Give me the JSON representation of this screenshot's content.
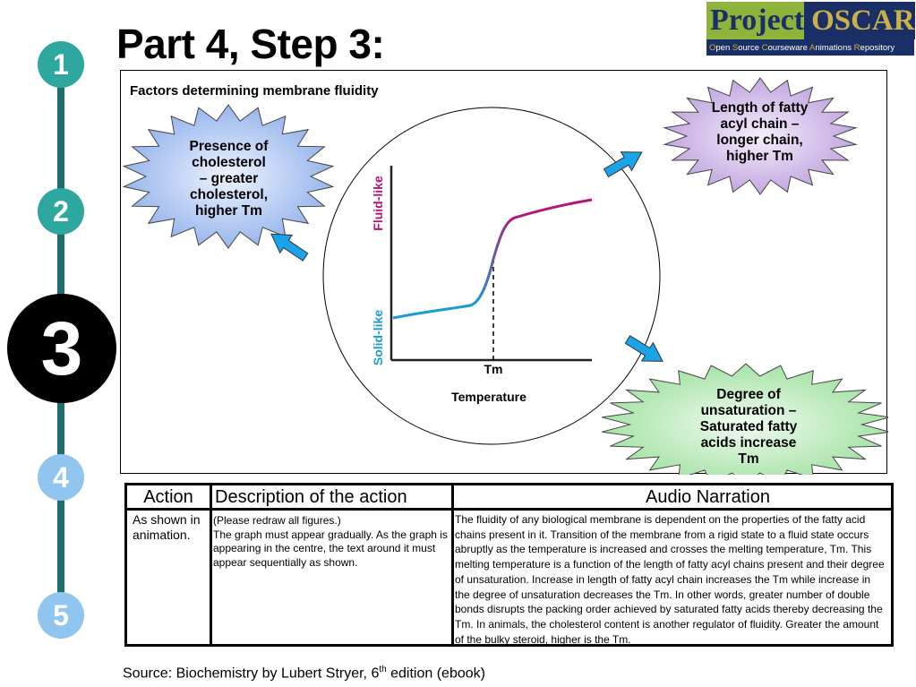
{
  "slide": {
    "title": "Part 4, Step 3:"
  },
  "logo": {
    "word1": "Project",
    "word2": "OSCAR",
    "subtitle_parts": [
      "O",
      "pen ",
      "S",
      "ource ",
      "C",
      "ourseware ",
      "A",
      "nimations ",
      "R",
      "epository"
    ]
  },
  "steps": [
    "1",
    "2",
    "3",
    "4",
    "5"
  ],
  "current_step": "3",
  "figure": {
    "title": "Factors determining membrane fluidity",
    "burst_cholesterol": [
      "Presence of",
      "cholesterol",
      "– greater",
      "cholesterol,",
      "higher Tm"
    ],
    "burst_chain": [
      "Length of fatty",
      "acyl chain –",
      "longer chain,",
      "higher Tm"
    ],
    "burst_saturation": [
      "Degree of",
      "unsaturation –",
      "Saturated fatty",
      "acids increase",
      "Tm"
    ],
    "graph": {
      "ylabel_fluid": "Fluid-like",
      "ylabel_solid": "Solid-like",
      "tick_tm": "Tm",
      "xlabel": "Temperature"
    },
    "colors": {
      "fluid": "#b5157a",
      "solid": "#1a9ad6",
      "arrow": "#1aa3e8",
      "burst_blue": "#8fb0ea",
      "burst_purple": "#bda0dd",
      "burst_green": "#9fe09f"
    }
  },
  "table": {
    "headers": {
      "action": "Action",
      "description": "Description of the action",
      "narration": "Audio Narration"
    },
    "action": "As shown in animation.",
    "description": [
      "(Please redraw all figures.)",
      "The graph must appear gradually. As the graph is appearing in the centre, the text around it must appear sequentially as shown."
    ],
    "narration": "The fluidity of any biological membrane is dependent on the properties of the fatty acid chains present in it. Transition of the membrane from a rigid state to a fluid state occurs abruptly as the temperature is increased and crosses the melting temperature, Tm. This melting temperature is a function of the length of fatty acyl chains present and their degree of unsaturation. Increase in length of fatty acyl chain increases the Tm while increase in the degree of unsaturation decreases the Tm. In other words, greater number of double bonds disrupts the packing order achieved by saturated fatty acids thereby decreasing the Tm. In animals, the cholesterol content is another regulator of fluidity. Greater the amount of the bulky steroid, higher is the Tm."
  },
  "source": {
    "prefix": "Source: Biochemistry by Lubert Stryer, 6",
    "sup": "th",
    "suffix": " edition (ebook)"
  }
}
